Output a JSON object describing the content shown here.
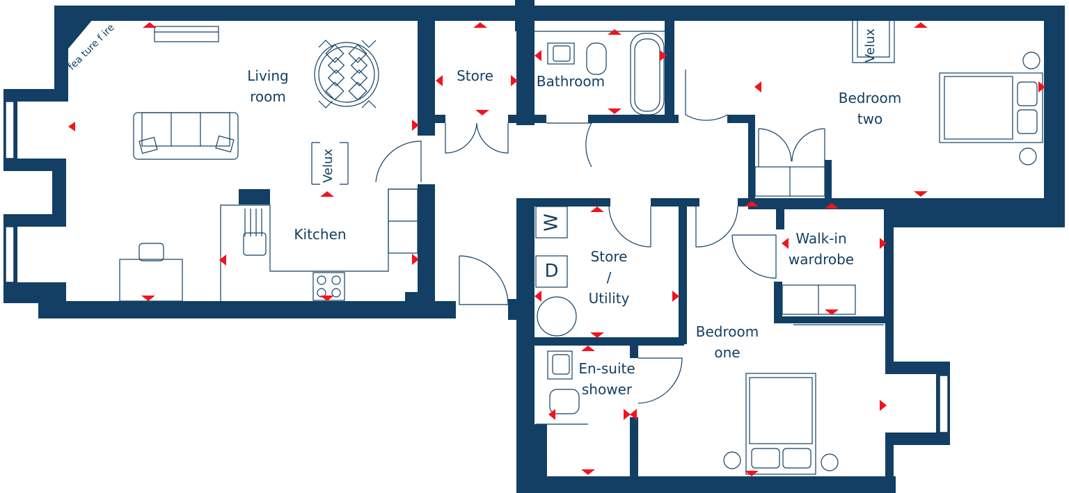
{
  "rooms": {
    "living_room": {
      "line1": "Living",
      "line2": "room"
    },
    "kitchen": "Kitchen",
    "store_top": "Store",
    "bathroom": "Bathroom",
    "bedroom_two": {
      "line1": "Bedroom",
      "line2": "two"
    },
    "walk_in": {
      "line1": "Walk-in",
      "line2": "wardrobe"
    },
    "store_utility": {
      "line1": "Store",
      "line2": "/",
      "line3": "Utility"
    },
    "bedroom_one": {
      "line1": "Bedroom",
      "line2": "one"
    },
    "en_suite": {
      "line1": "En-suite",
      "line2": "shower"
    }
  },
  "annotations": {
    "feature_fire": "fea ture f ire",
    "velux_living": "Velux",
    "velux_bedroom": "Velux",
    "appliance_w": "W",
    "appliance_d": "D"
  },
  "colors": {
    "wall": "#123f63",
    "marker": "#f0151c",
    "background": "#ffffff"
  }
}
